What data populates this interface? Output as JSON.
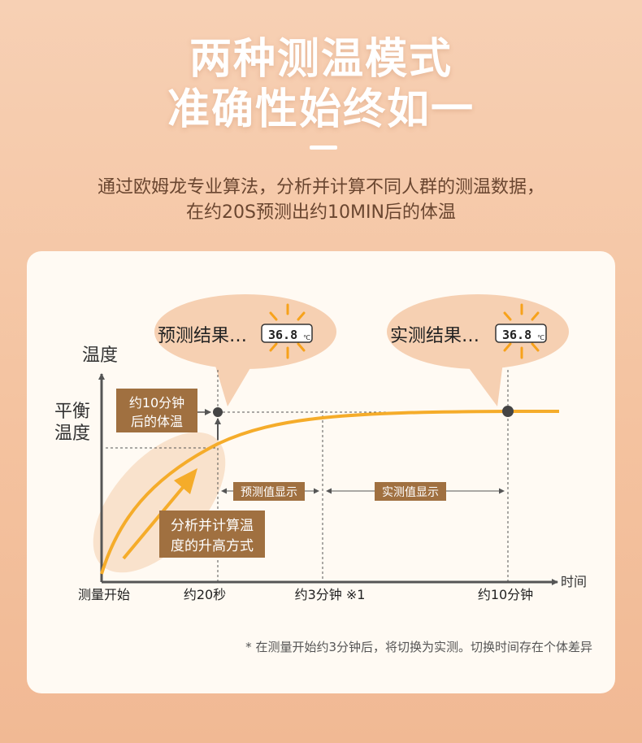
{
  "header": {
    "title_line1": "两种测温模式",
    "title_line2": "准确性始终如一",
    "subtitle_line1": "通过欧姆龙专业算法，分析并计算不同人群的测温数据，",
    "subtitle_line2": "在约20S预测出约10MIN后的体温"
  },
  "diagram": {
    "bubble_predicted": "预测结果…",
    "bubble_actual": "实测结果…",
    "display_reading": "36.8",
    "display_unit": "℃",
    "y_axis_label": "温度",
    "eq_temp_label_1": "平衡",
    "eq_temp_label_2": "温度",
    "x_axis_label": "时间",
    "box_10min_1": "约10分钟",
    "box_10min_2": "后的体温",
    "box_method_1": "分析并计算温",
    "box_method_2": "度的升高方式",
    "predicted_display_label": "预测值显示",
    "actual_display_label": "实测值显示",
    "tick_start": "测量开始",
    "tick_20s": "约20秒",
    "tick_3min": "约3分钟 ※1",
    "tick_10min": "约10分钟",
    "footnote": "* 在测量开始约3分钟后，将切换为实测。切换时间存在个体差异"
  },
  "colors": {
    "curve": "#f5ac2a",
    "label_box": "#a07040",
    "bubble": "#f6d0b2",
    "sun": "#f7a21b",
    "axis": "#555555"
  }
}
